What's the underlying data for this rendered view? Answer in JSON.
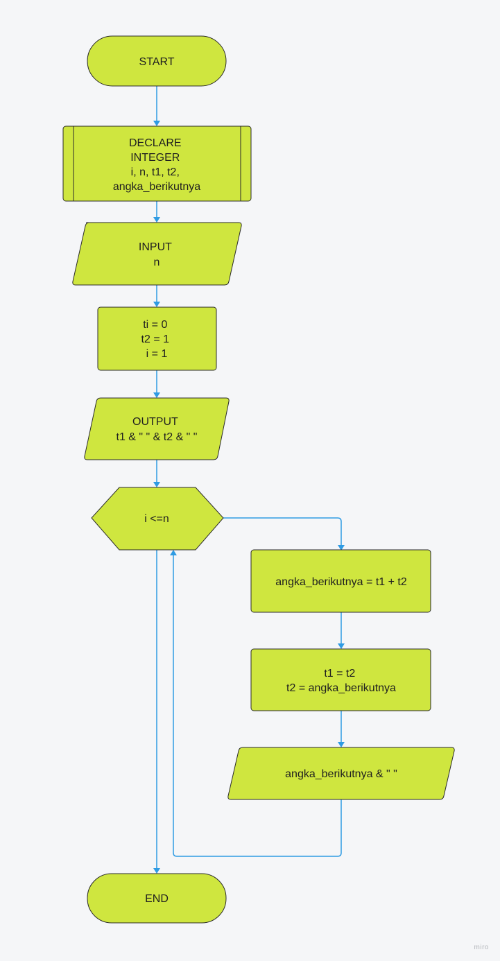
{
  "diagram": {
    "nodes": {
      "start": {
        "lines": [
          "START"
        ]
      },
      "declare": {
        "lines": [
          "DECLARE",
          "INTEGER",
          "i, n, t1, t2,",
          "angka_berikutnya"
        ]
      },
      "input": {
        "lines": [
          "INPUT",
          "n"
        ]
      },
      "init": {
        "lines": [
          "ti = 0",
          "t2 = 1",
          "i = 1"
        ]
      },
      "output": {
        "lines": [
          "OUTPUT",
          "t1 & \" \" & t2 & \" \""
        ]
      },
      "condition": {
        "lines": [
          "i <=n"
        ]
      },
      "calc": {
        "lines": [
          "angka_berikutnya = t1 + t2"
        ]
      },
      "shift": {
        "lines": [
          "t1 = t2",
          "t2 = angka_berikutnya"
        ]
      },
      "print": {
        "lines": [
          "angka_berikutnya & \" \""
        ]
      },
      "end": {
        "lines": [
          "END"
        ]
      }
    }
  },
  "watermark": "miro",
  "colors": {
    "shape_fill": "#cfe63f",
    "shape_stroke": "#2b2b2b",
    "connector": "#2f9be3",
    "background": "#f5f6f8"
  }
}
